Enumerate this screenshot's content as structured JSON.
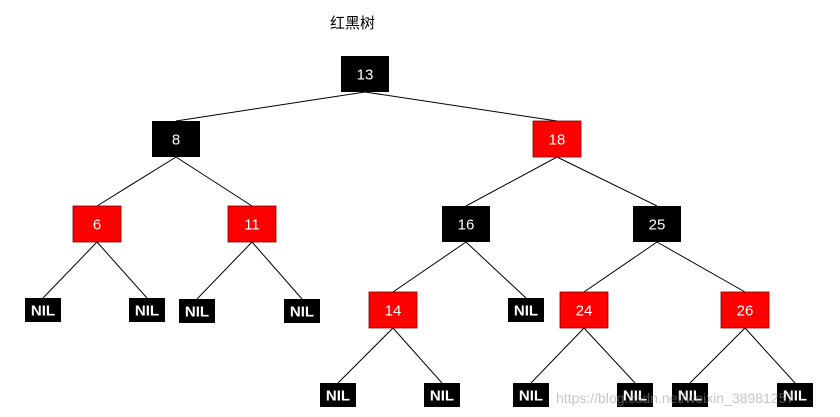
{
  "title": "红黑树",
  "watermark": "https://blog.csdn.net/weixin_38981257",
  "colors": {
    "black": "#000000",
    "red": "#ff0000",
    "text": "#ffffff",
    "edge": "#000000"
  },
  "nodes": [
    {
      "id": "n13",
      "label": "13",
      "color": "black"
    },
    {
      "id": "n8",
      "label": "8",
      "color": "black"
    },
    {
      "id": "n18",
      "label": "18",
      "color": "red"
    },
    {
      "id": "n6",
      "label": "6",
      "color": "red"
    },
    {
      "id": "n11",
      "label": "11",
      "color": "red"
    },
    {
      "id": "n16",
      "label": "16",
      "color": "black"
    },
    {
      "id": "n25",
      "label": "25",
      "color": "black"
    },
    {
      "id": "n14",
      "label": "14",
      "color": "red"
    },
    {
      "id": "n24",
      "label": "24",
      "color": "red"
    },
    {
      "id": "n26",
      "label": "26",
      "color": "red"
    },
    {
      "id": "nil1",
      "label": "NIL",
      "color": "black"
    },
    {
      "id": "nil2",
      "label": "NIL",
      "color": "black"
    },
    {
      "id": "nil3",
      "label": "NIL",
      "color": "black"
    },
    {
      "id": "nil4",
      "label": "NIL",
      "color": "black"
    },
    {
      "id": "nil5",
      "label": "NIL",
      "color": "black"
    },
    {
      "id": "nil6",
      "label": "NIL",
      "color": "black"
    },
    {
      "id": "nil7",
      "label": "NIL",
      "color": "black"
    },
    {
      "id": "nil8",
      "label": "NIL",
      "color": "black"
    },
    {
      "id": "nil9",
      "label": "NIL",
      "color": "black"
    },
    {
      "id": "nil10",
      "label": "NIL",
      "color": "black"
    },
    {
      "id": "nil11",
      "label": "NIL",
      "color": "black"
    }
  ],
  "edges": [
    [
      "n13",
      "n8"
    ],
    [
      "n13",
      "n18"
    ],
    [
      "n8",
      "n6"
    ],
    [
      "n8",
      "n11"
    ],
    [
      "n18",
      "n16"
    ],
    [
      "n18",
      "n25"
    ],
    [
      "n6",
      "nil1"
    ],
    [
      "n6",
      "nil2"
    ],
    [
      "n11",
      "nil3"
    ],
    [
      "n11",
      "nil4"
    ],
    [
      "n16",
      "n14"
    ],
    [
      "n16",
      "nil5"
    ],
    [
      "n25",
      "n24"
    ],
    [
      "n25",
      "n26"
    ],
    [
      "n14",
      "nil6"
    ],
    [
      "n14",
      "nil7"
    ],
    [
      "n24",
      "nil8"
    ],
    [
      "n24",
      "nil9"
    ],
    [
      "n26",
      "nil10"
    ],
    [
      "n26",
      "nil11"
    ]
  ]
}
